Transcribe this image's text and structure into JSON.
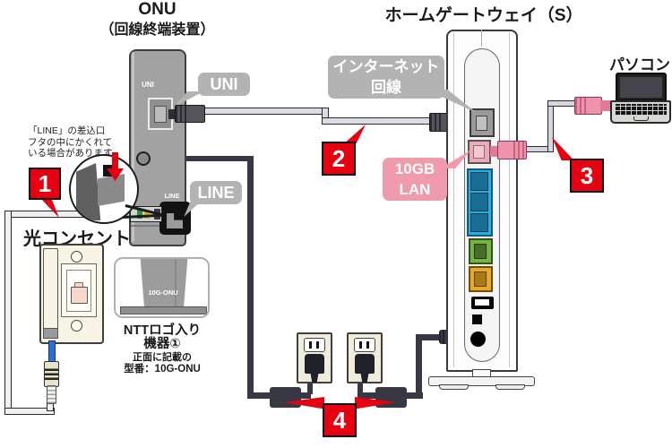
{
  "titles": {
    "onu_line1": "ONU",
    "onu_line2": "（回線終端装置）",
    "gateway": "ホームゲートウェイ（S）",
    "pc": "パソコン"
  },
  "onu_device": {
    "uni_port_label": "UNI",
    "line_port_label": "LINE"
  },
  "callouts": {
    "uni": "UNI",
    "line": "LINE",
    "internet_line1": "インターネット",
    "internet_line2": "回線",
    "lan10gb_line1": "10GB",
    "lan10gb_line2": "LAN"
  },
  "steps": {
    "step1": "1",
    "step2": "2",
    "step3": "3",
    "step4": "4"
  },
  "note_line_cover": {
    "line1": "「LINE」の差込口",
    "line2": "フタの中にかくれて",
    "line3": "いる場合があります。"
  },
  "optical_outlet_label": "光コンセント",
  "ntt_inset": {
    "device_model": "10G-ONU",
    "caption_line1": "NTTロゴ入り",
    "caption_line2": "機器①",
    "caption_line3": "正面に記載の",
    "caption_line4": "型番：10G-ONU"
  },
  "colors": {
    "step_red": "#e60012",
    "callout_gray": "#b3b3b3",
    "lan10gb_pink": "#ef9bab",
    "onu_gray": "#a2a2a2",
    "port_gray": "#9a9a9a",
    "port_pink": "#f0a8b8",
    "port_blue_frame": "#29aee0",
    "port_blue_inner": "#1a6d94",
    "port_green": "#79b246",
    "port_orange": "#eaa92c",
    "power_cable": "#383844",
    "fiber_jumper_blue": "#2e6fd0",
    "pink_connector": "#ef93ad"
  }
}
